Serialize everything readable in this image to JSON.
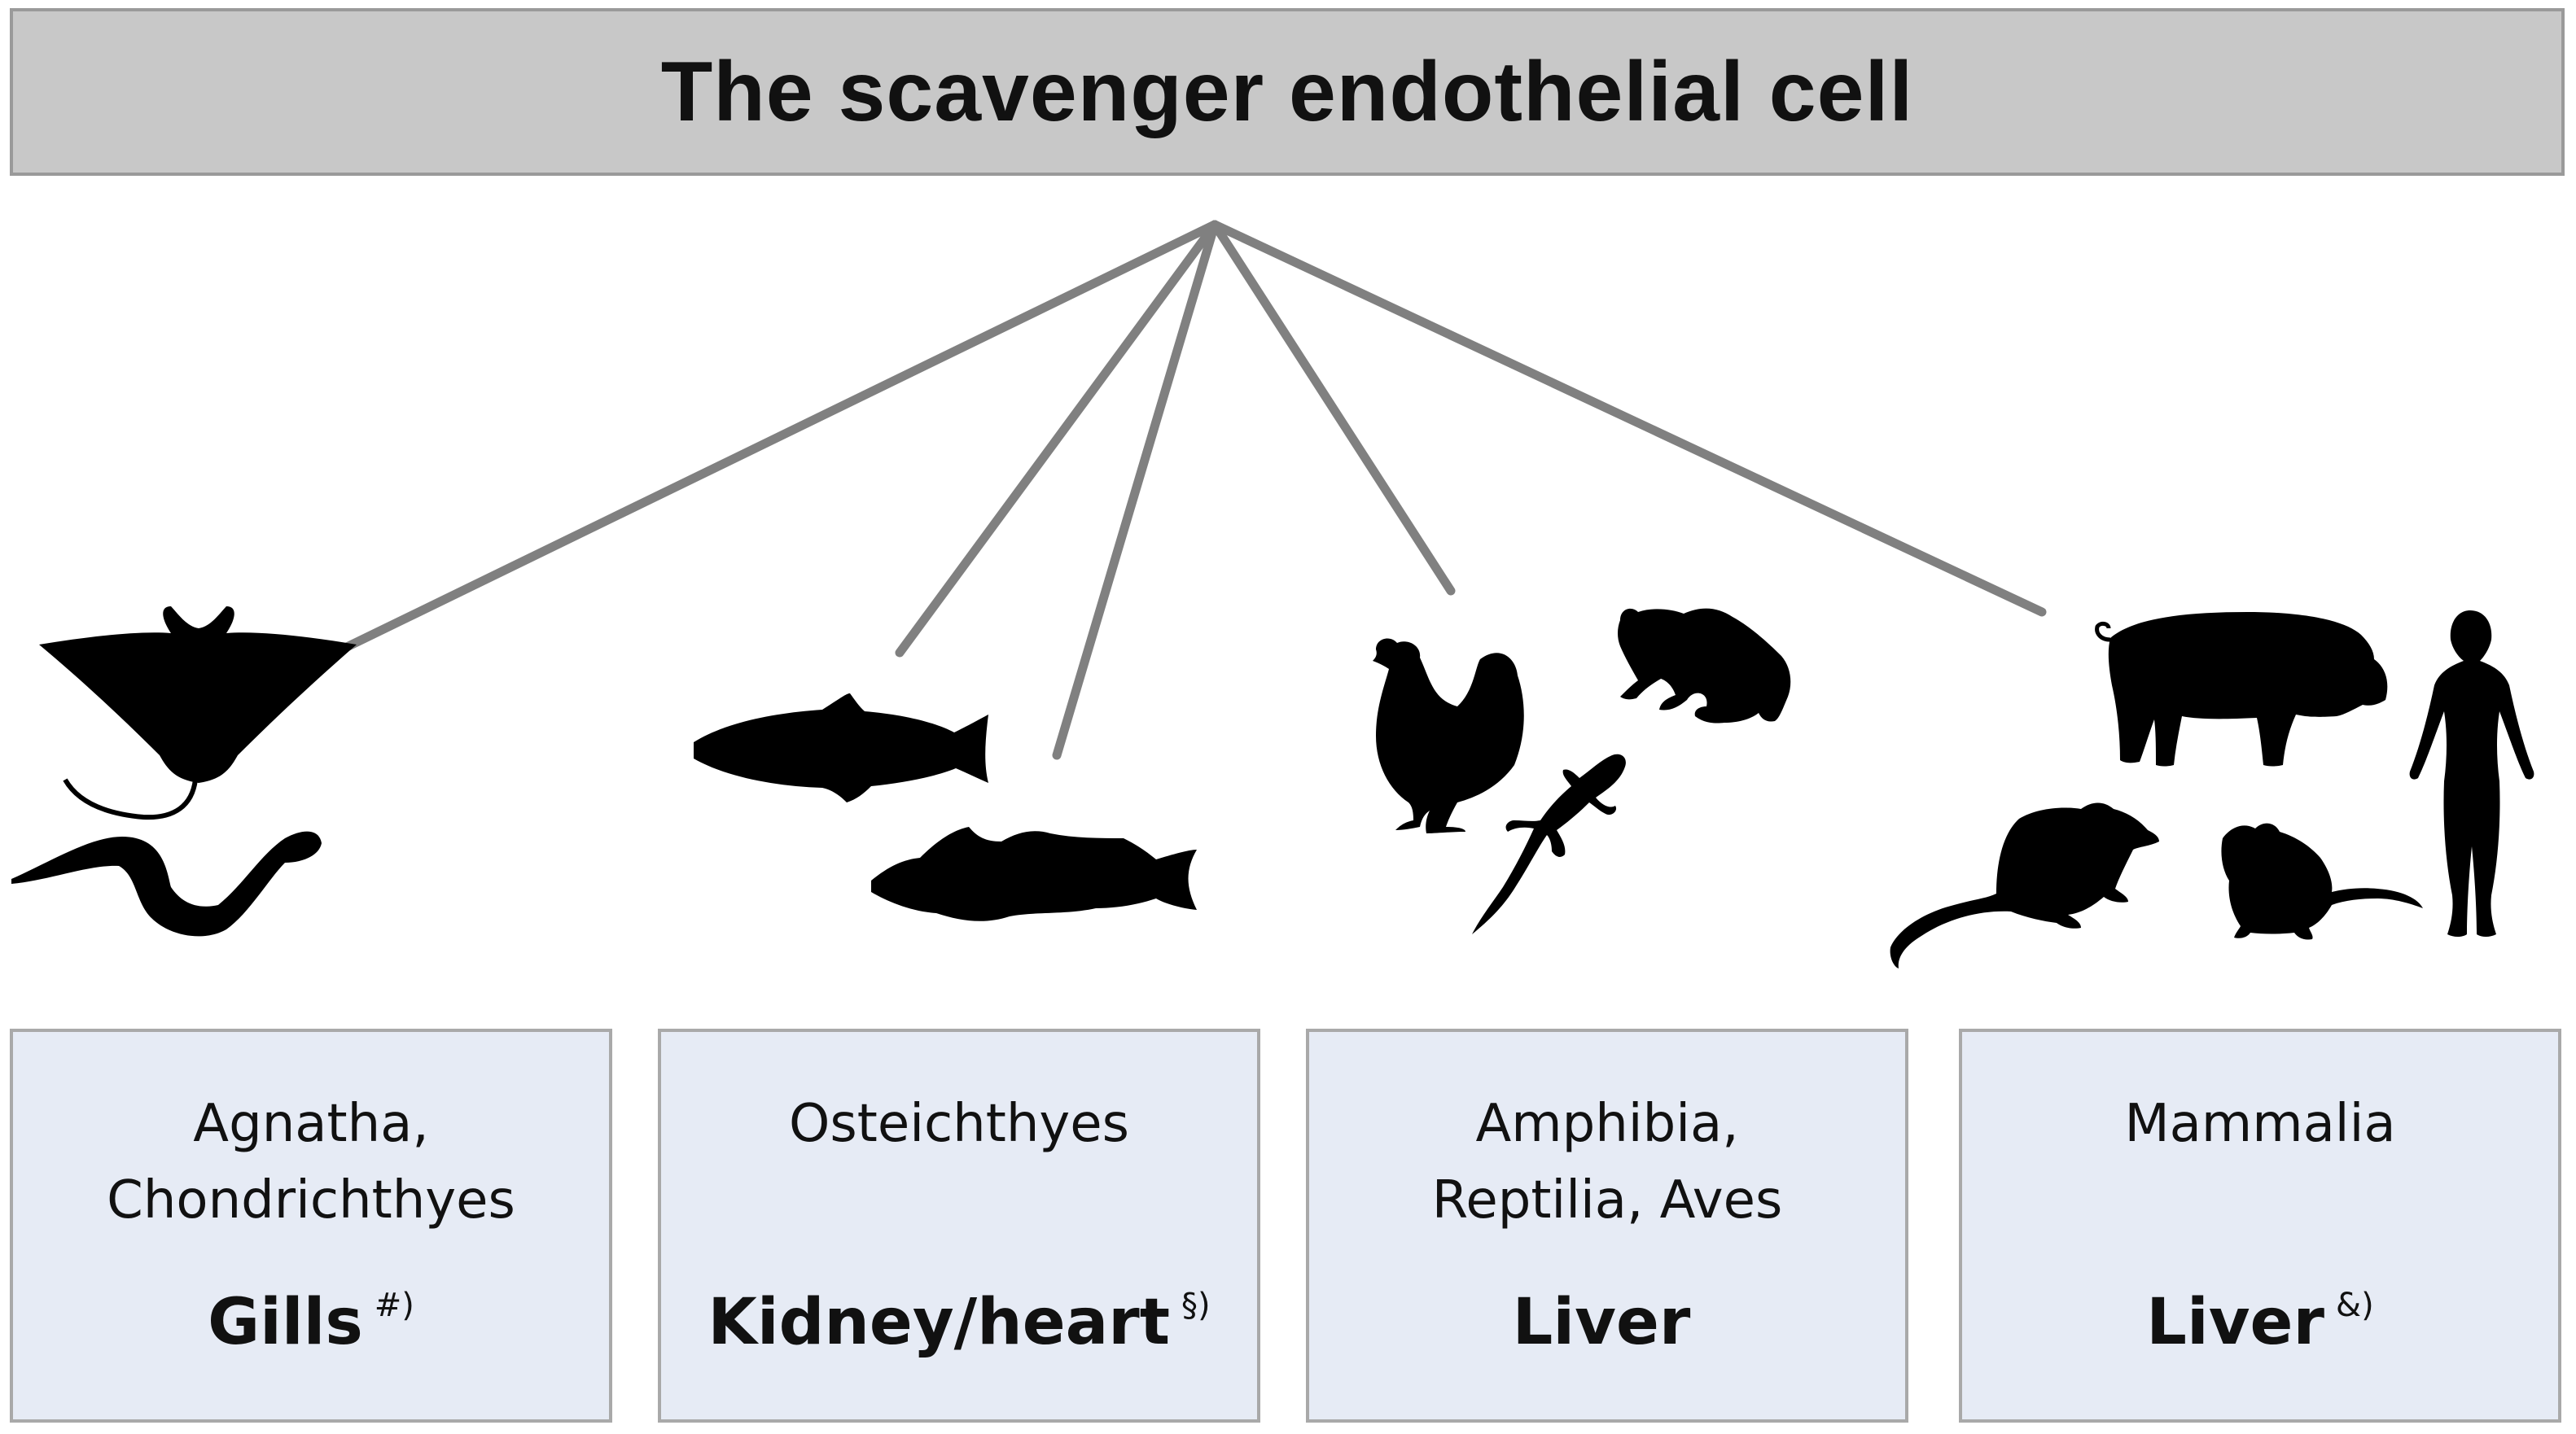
{
  "title": "The scavenger endothelial cell",
  "colors": {
    "title_fill": "#c8c8c8",
    "connector": "#808080",
    "box_fill": "#e6ebf5",
    "silhouette": "#000000"
  },
  "groups": [
    {
      "taxa": "Agnatha,\nChondrichthyes",
      "organ": "Gills",
      "note": "#)",
      "animals": [
        "manta-ray-icon",
        "lamprey-icon"
      ]
    },
    {
      "taxa": "Osteichthyes",
      "organ": "Kidney/heart",
      "note": "§)",
      "animals": [
        "salmon-icon",
        "cod-icon"
      ]
    },
    {
      "taxa": "Amphibia,\nReptilia, Aves",
      "organ": "Liver",
      "note": "",
      "animals": [
        "chicken-icon",
        "frog-icon",
        "lizard-icon"
      ]
    },
    {
      "taxa": "Mammalia",
      "organ": "Liver",
      "note": "&)",
      "animals": [
        "pig-icon",
        "human-icon",
        "rat-icon",
        "mouse-icon"
      ]
    }
  ]
}
